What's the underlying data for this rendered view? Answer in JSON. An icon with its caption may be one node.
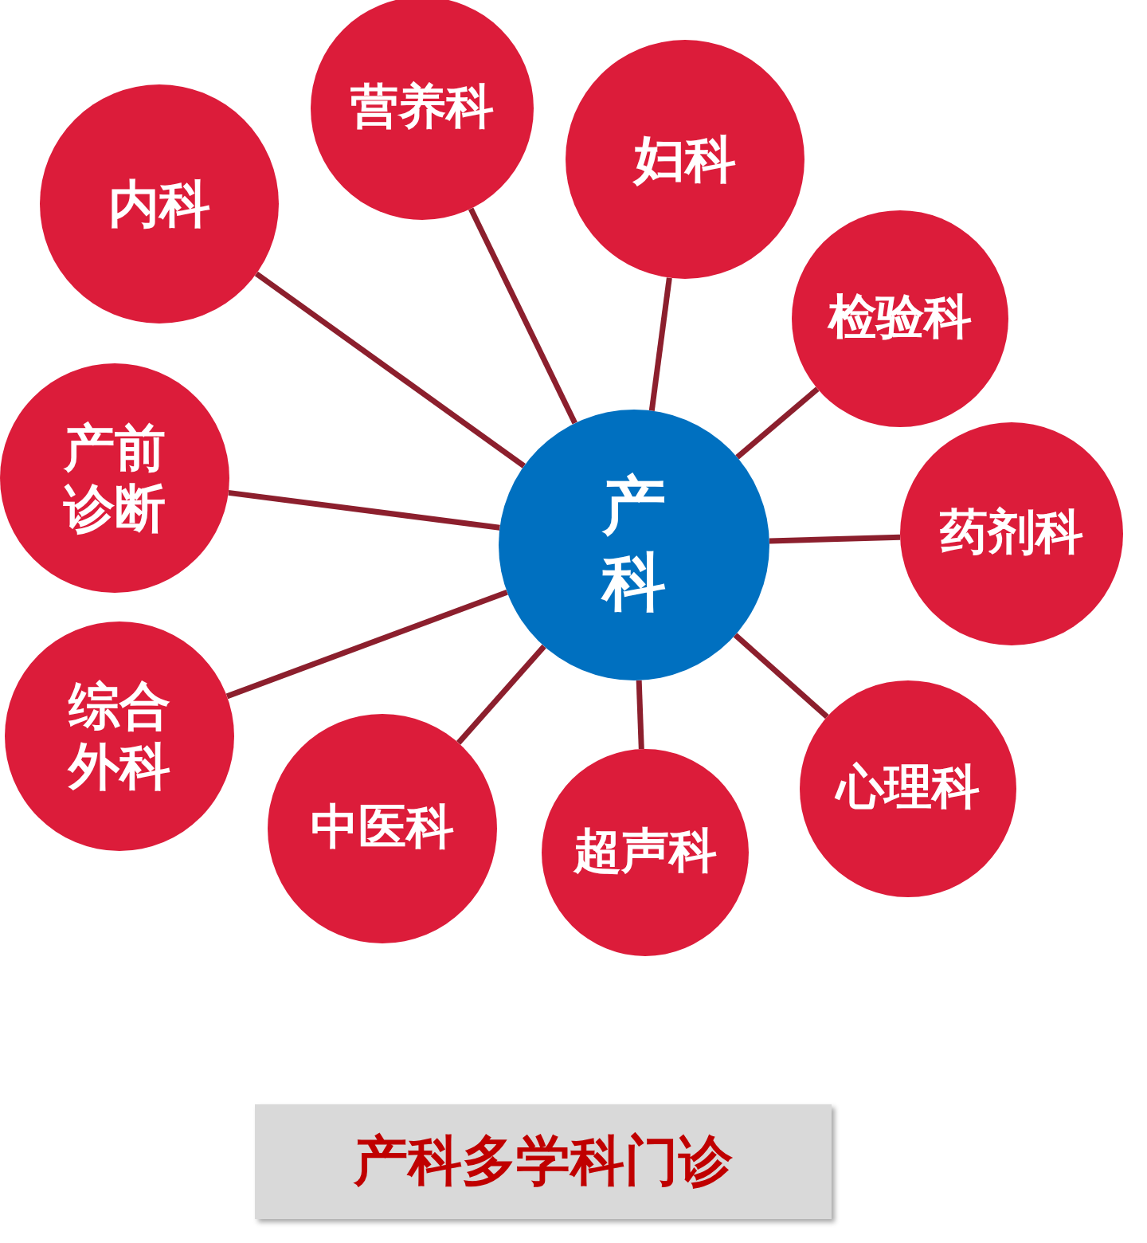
{
  "diagram": {
    "title": "产科多学科门诊",
    "nodes": [
      {
        "text": [
          "产科"
        ]
      },
      {
        "text": [
          "内科"
        ]
      },
      {
        "text": [
          "营养科"
        ]
      },
      {
        "text": [
          "妇科"
        ]
      },
      {
        "text": [
          "检验科"
        ]
      },
      {
        "text": [
          "药剂科"
        ]
      },
      {
        "text": [
          "产前诊断"
        ]
      },
      {
        "text": [
          "综合外科"
        ]
      },
      {
        "text": [
          "中医科"
        ]
      },
      {
        "text": [
          "超声科"
        ]
      },
      {
        "text": [
          "心理科"
        ]
      }
    ],
    "edges": [
      {
        "from": 0,
        "to": 1,
        "arrow": "none"
      },
      {
        "from": 0,
        "to": 2,
        "arrow": "none"
      },
      {
        "from": 0,
        "to": 3,
        "arrow": "none"
      },
      {
        "from": 0,
        "to": 4,
        "arrow": "none"
      },
      {
        "from": 0,
        "to": 5,
        "arrow": "none"
      },
      {
        "from": 0,
        "to": 6,
        "arrow": "none"
      },
      {
        "from": 0,
        "to": 7,
        "arrow": "none"
      },
      {
        "from": 0,
        "to": 8,
        "arrow": "none"
      },
      {
        "from": 0,
        "to": 9,
        "arrow": "none"
      },
      {
        "from": 0,
        "to": 10,
        "arrow": "none"
      }
    ]
  }
}
